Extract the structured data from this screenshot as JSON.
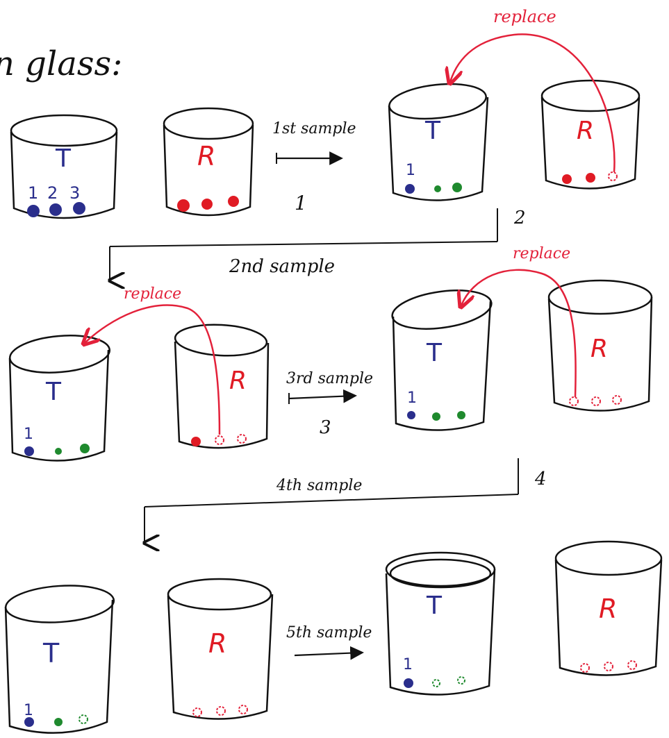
{
  "heading": "n glass:",
  "colors": {
    "ink": "#111111",
    "taken_blue": "#2a2e8c",
    "tea": "#1f8a2e",
    "replaced_red": "#e3213a",
    "red_ball": "#e01b24",
    "paper": "#ffffff"
  },
  "jar_labels": {
    "tea_jar": "T",
    "replace_jar": "R"
  },
  "ball_numbers": {
    "one": "1",
    "two": "2",
    "three": "3"
  },
  "steps": {
    "s1_label": "1st sample",
    "s1_number": "1",
    "s2_label": "2nd sample",
    "s2_number": "2",
    "s3_label": "3rd sample",
    "s3_number": "3",
    "s4_label": "4th sample",
    "s4_number": "4",
    "s5_label": "5th sample"
  },
  "replace_word": "replace",
  "icons": [
    "arrow-right-icon",
    "curved-arrow-icon",
    "arrow-down-icon"
  ]
}
